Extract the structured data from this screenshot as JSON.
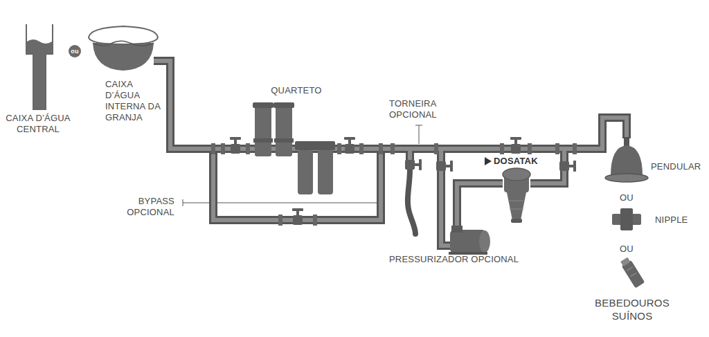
{
  "diagram": {
    "labels": [
      "CAIXA D’ÁGUA CENTRAL",
      "ou",
      "CAIXA D’ÁGUA INTERNA DA GRANJA",
      "QUARTETO",
      "TORNEIRA OPCIONAL",
      "DOSATAK",
      "PENDULAR",
      "OU",
      "NIPPLE",
      "OU",
      "BEBEDOUROS SUÍNOS",
      "BYPASS OPCIONAL",
      "PRESSURIZADOR OPCIONAL"
    ]
  }
}
